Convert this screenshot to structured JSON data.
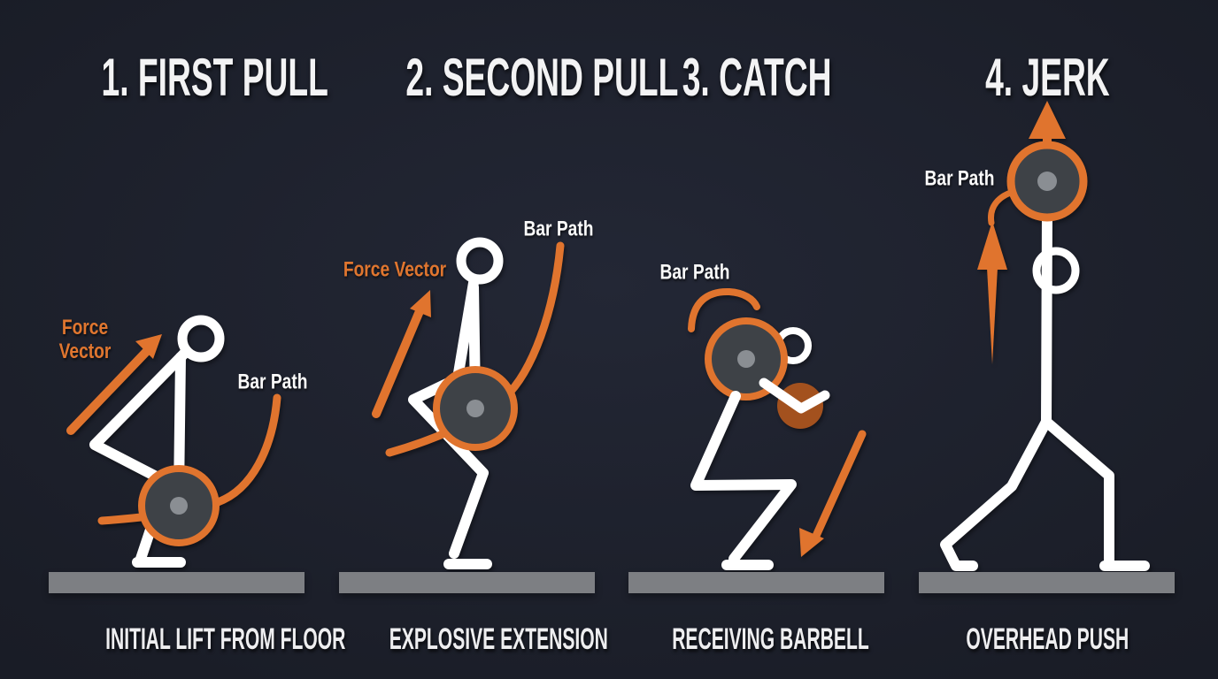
{
  "colors": {
    "background": "#1a1d27",
    "accent_orange": "#e0742e",
    "figure_white": "#ffffff",
    "floor_gray": "#7d7f83",
    "plate_fill": "#3e4247",
    "plate_hub_gray": "#8a8e93",
    "catch_brown": "#a3511e",
    "title_text": "#f3f3f4"
  },
  "panels": [
    {
      "id": "first-pull",
      "title": "1. FIRST PULL",
      "caption": "INITIAL LIFT FROM FLOOR",
      "labels": {
        "force_line1": "Force",
        "force_line2": "Vector",
        "bar_path": "Bar Path"
      }
    },
    {
      "id": "second-pull",
      "title": "2. SECOND PULL",
      "caption": "EXPLOSIVE EXTENSION",
      "labels": {
        "force": "Force Vector",
        "bar_path": "Bar Path"
      }
    },
    {
      "id": "catch",
      "title": "3. CATCH",
      "caption": "RECEIVING BARBELL",
      "labels": {
        "bar_path": "Bar Path"
      }
    },
    {
      "id": "jerk",
      "title": "4. JERK",
      "caption": "OVERHEAD PUSH",
      "labels": {
        "bar_path": "Bar Path"
      }
    }
  ]
}
